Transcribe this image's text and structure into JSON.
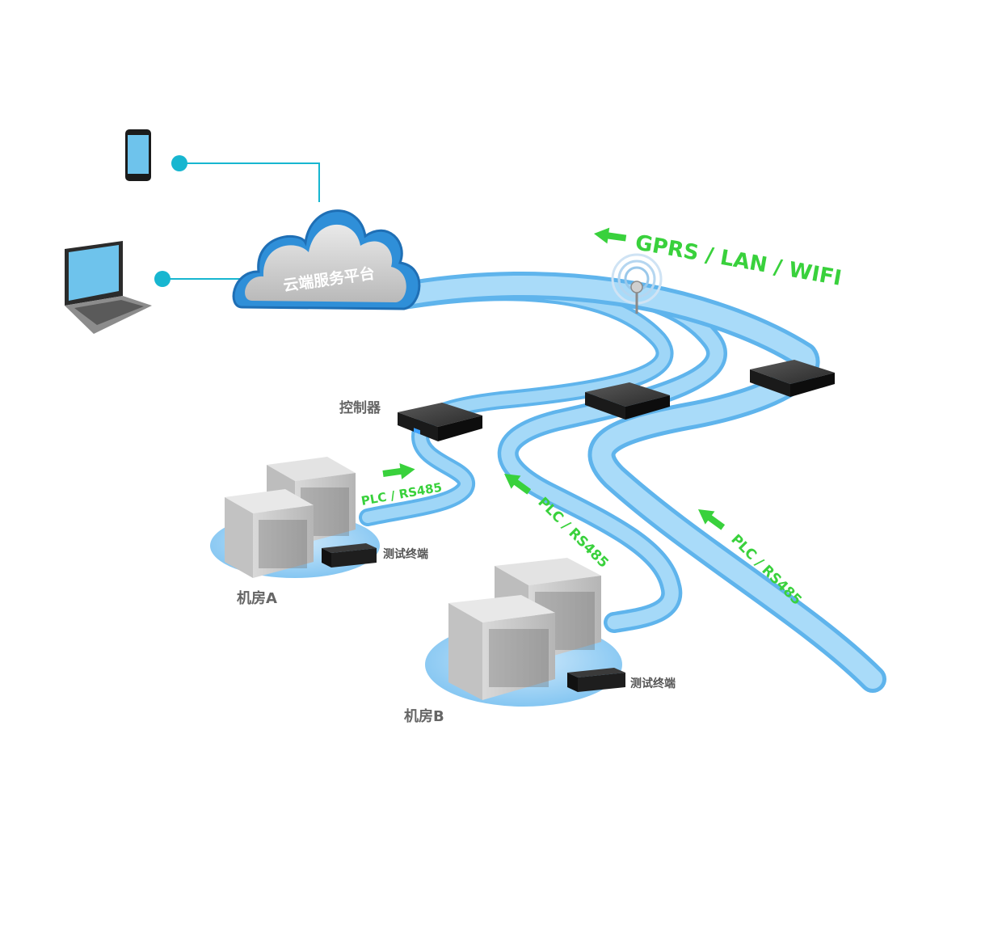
{
  "cloud": {
    "label": "云端服务平台"
  },
  "controller": {
    "label": "控制器"
  },
  "comm": {
    "label": "GPRS / LAN / WIFI"
  },
  "links": [
    {
      "label": "PLC / RS485"
    },
    {
      "label": "PLC / RS485"
    },
    {
      "label": "PLC / RS485"
    }
  ],
  "room_a": {
    "label": "机房A",
    "terminal_label": "测试终端"
  },
  "room_b": {
    "label": "机房B",
    "terminal_label": "测试终端"
  },
  "colors": {
    "accent_green": "#39d13c",
    "pipe_blue": "#8fcdf5",
    "pipe_edge": "#5fb4ec",
    "cloud_blue": "#2f8fd8",
    "connector_teal": "#17b6d0",
    "label_gray": "#666666"
  },
  "icons": [
    "tablet-icon",
    "laptop-icon",
    "cloud-icon",
    "antenna-icon",
    "controller-box-icon",
    "server-cabinet-icon",
    "test-terminal-icon",
    "arrow-icon"
  ]
}
